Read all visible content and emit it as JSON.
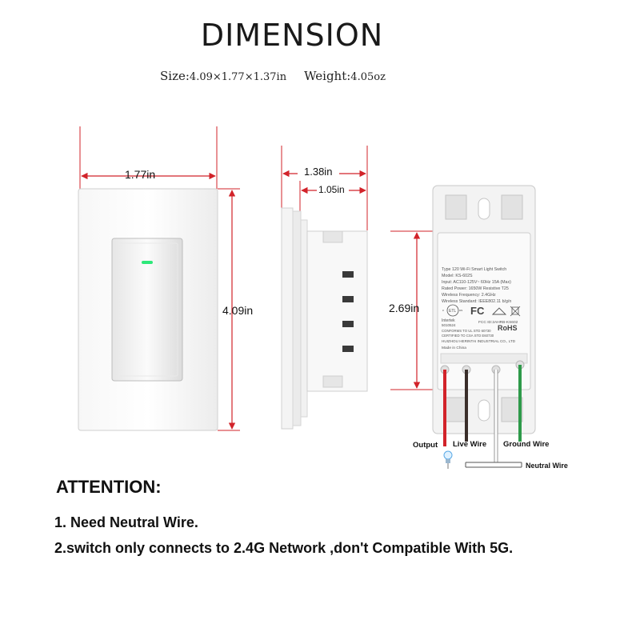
{
  "title": "DIMENSION",
  "specs": {
    "size_label": "Size:",
    "size_value": "4.09×1.77×1.37in",
    "weight_label": "Weight:",
    "weight_value": "4.05oz"
  },
  "dimensions": {
    "front_width": "1.77in",
    "front_height": "4.09in",
    "side_depth": "1.38in",
    "side_inner_depth": "1.05in",
    "back_height": "2.69in"
  },
  "label_plate": [
    "Type 120 Wi-Fi Smart Light Switch",
    "Model: KS-602S",
    "Input: AC110-125V~ 60Hz 15A (Max)",
    "Rated Power: 1650W  Resistive  T25",
    "Wireless Frequency: 2.4GHz",
    "Wireless Standard: IEEE802.11 b/g/n",
    "Intertek",
    "5010524",
    "FCC ID:2AHRB-KS602",
    "CONFORMS TO UL STD 60730",
    "CERTIFIED TO CSA STD E60730",
    "HUIZHOU HERINTAI INDUSTRIAL CO., LTD",
    "Made in China"
  ],
  "label_marks": {
    "etl": "ETL",
    "fcc": "FC",
    "rohs": "RoHS",
    "us": "us",
    "c": "c"
  },
  "wires": {
    "output": "Output",
    "live": "Live Wire",
    "ground": "Ground Wire",
    "neutral": "Neutral Wire"
  },
  "colors": {
    "dimension_line": "#d2232a",
    "output_wire": "#d2232a",
    "live_wire": "#3a2e2a",
    "neutral_wire": "#ffffff",
    "ground_wire": "#2e9a4a",
    "led": "#2ee87a"
  },
  "attention": {
    "heading": "ATTENTION:",
    "note1": "1. Need Neutral Wire.",
    "note2": "2.switch only connects to 2.4G Network ,don't Compatible With 5G."
  }
}
